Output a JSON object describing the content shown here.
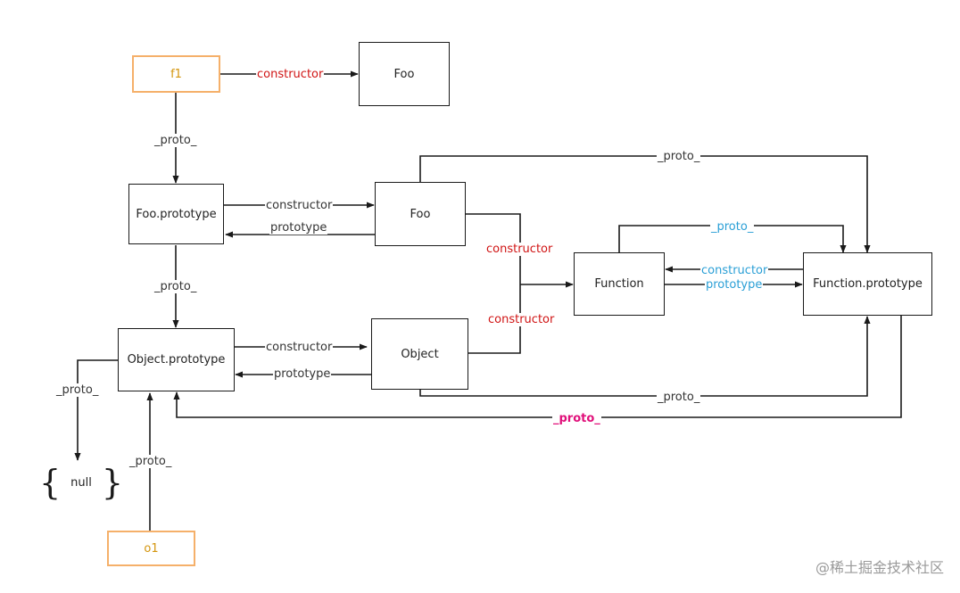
{
  "nodes": {
    "f1": "f1",
    "foo_top": "Foo",
    "foo_prototype": "Foo.prototype",
    "foo": "Foo",
    "function": "Function",
    "function_prototype": "Function.prototype",
    "object_prototype": "Object.prototype",
    "object": "Object",
    "null": "null",
    "o1": "o1"
  },
  "edges": {
    "f1_constructor": "constructor",
    "f1_proto": "_proto_",
    "fooproto_constructor": "constructor",
    "foo_prototype": "prototype",
    "fooproto_proto": "_proto_",
    "foo_proto_top": "_proto_",
    "function_proto": "_proto_",
    "foo_constructor": "constructor",
    "object_constructor_to_function": "constructor",
    "funcproto_constructor": "constructor",
    "function_prototype": "prototype",
    "objproto_constructor": "constructor",
    "object_prototype": "prototype",
    "object_proto": "_proto_",
    "funcproto_proto": "_proto_",
    "objproto_proto": "_proto_",
    "o1_proto": "_proto_"
  },
  "colors": {
    "instance_border": "#f5b06a",
    "instance_text": "#d4950d",
    "constructor_red": "#d01414",
    "blue": "#2a9fd6",
    "pink": "#e0107a"
  },
  "watermark": "@稀土掘金技术社区"
}
